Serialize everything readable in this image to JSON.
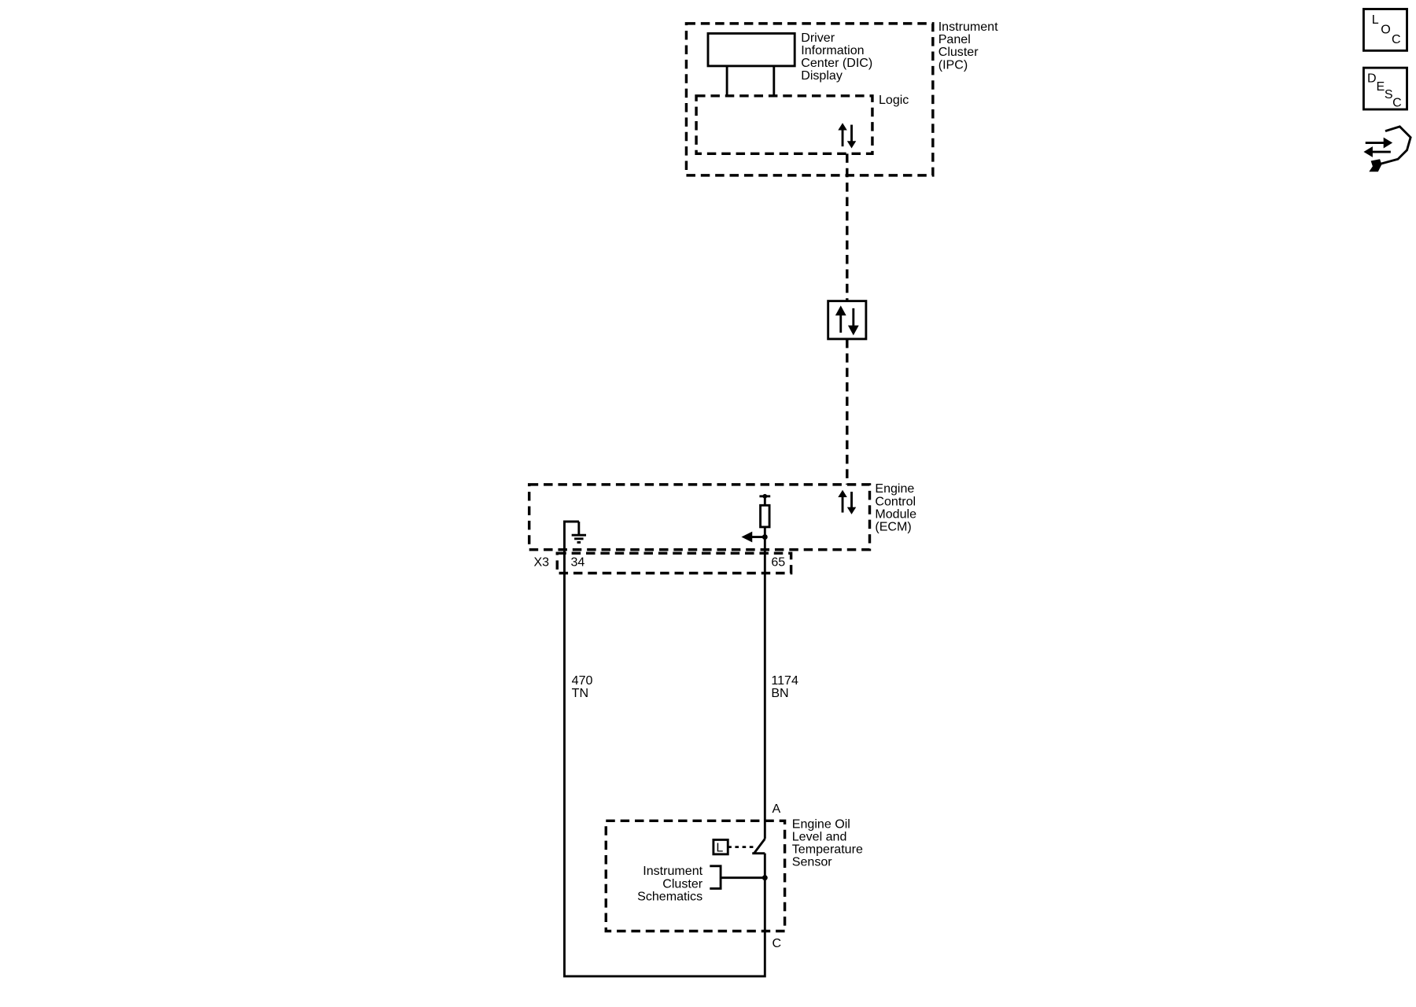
{
  "icons": {
    "loc": {
      "name": "loc-icon",
      "letters": [
        "L",
        "O",
        "C"
      ]
    },
    "desc": {
      "name": "desc-icon",
      "letters": [
        "D",
        "E",
        "S",
        "C"
      ]
    },
    "repair": {
      "name": "repair-procedure-icon"
    }
  },
  "ipc": {
    "label": [
      "Instrument",
      "Panel",
      "Cluster",
      "(IPC)"
    ],
    "dic_label": [
      "Driver",
      "Information",
      "Center (DIC)",
      "Display"
    ],
    "logic_label": "Logic"
  },
  "ecm": {
    "label": [
      "Engine",
      "Control",
      "Module",
      "(ECM)"
    ],
    "connector": "X3",
    "pins": [
      "34",
      "65"
    ]
  },
  "wires": [
    {
      "circuit": "470",
      "color": "TN"
    },
    {
      "circuit": "1174",
      "color": "BN"
    }
  ],
  "sensor": {
    "label": [
      "Engine Oil",
      "Level and",
      "Temperature",
      "Sensor"
    ],
    "pin_top": "A",
    "pin_bottom": "C",
    "reference": [
      "Instrument",
      "Cluster",
      "Schematics"
    ],
    "level_symbol": "L"
  }
}
